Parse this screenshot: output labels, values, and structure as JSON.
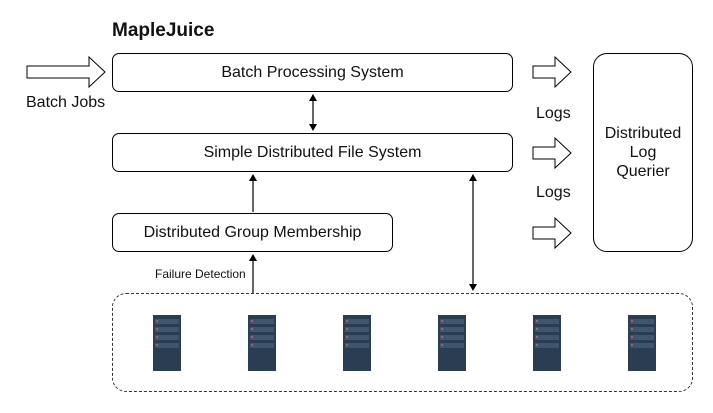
{
  "title": "MapleJuice",
  "input_label": "Batch Jobs",
  "boxes": {
    "batch": "Batch Processing System",
    "sdfs": "Simple Distributed File System",
    "membership": "Distributed Group Membership"
  },
  "logs_labels": [
    "Logs",
    "Logs"
  ],
  "failure_label": "Failure Detection",
  "querier": {
    "line1": "Distributed",
    "line2": "Log",
    "line3": "Querier"
  },
  "server_count": 6,
  "colors": {
    "server": "#2b3d52",
    "server_row": "#3f5670",
    "server_led": "#e05555"
  }
}
